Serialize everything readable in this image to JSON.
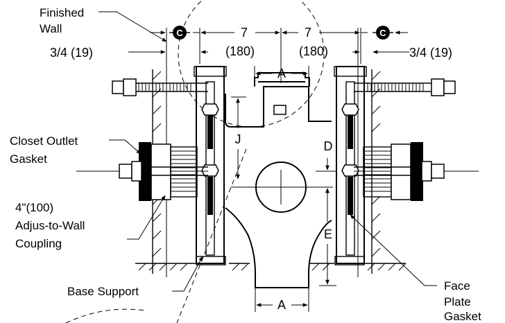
{
  "labels": {
    "finished_wall_1": "Finished",
    "finished_wall_2": "Wall",
    "closet_gasket_1": "Closet Outlet",
    "closet_gasket_2": "Gasket",
    "coupling_1": "4\"(100)",
    "coupling_2": "Adjus-to-Wall",
    "coupling_3": "Coupling",
    "base_support": "Base Support",
    "face_plate_1": "Face",
    "face_plate_2": "Plate",
    "face_plate_3": "Gasket"
  },
  "dimensions": {
    "left_offset": "3/4 (19)",
    "right_offset": "3/4 (19)",
    "left_seven": "7",
    "left_seven_mm": "(180)",
    "right_seven": "7",
    "right_seven_mm": "(180)",
    "a_top": "A",
    "a_bottom": "A",
    "j": "J",
    "d": "D",
    "e": "E",
    "center_mark_left": "C",
    "center_mark_right": "C"
  }
}
